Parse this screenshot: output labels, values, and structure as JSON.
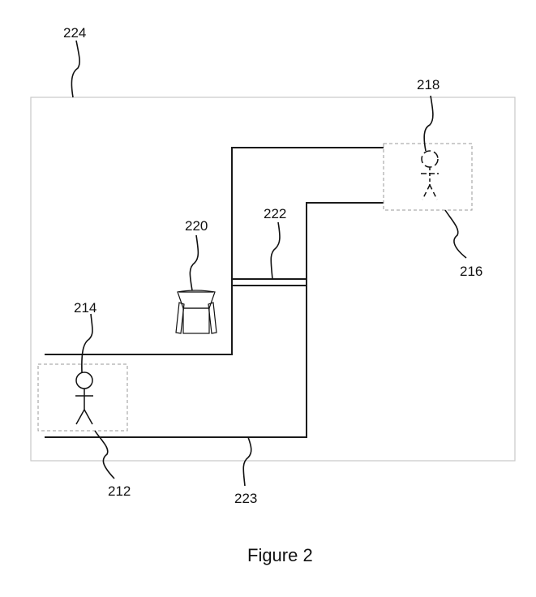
{
  "figure": {
    "caption": "Figure 2",
    "labels": {
      "environment": "224",
      "user_first": "212",
      "user_first_figure": "214",
      "user_second": "216",
      "user_second_figure": "218",
      "chair": "220",
      "door": "222",
      "hallway": "223"
    }
  },
  "colors": {
    "line": "#1a1a1a",
    "frame": "#c8c8c8",
    "dashed_box": "#9a9a9a",
    "background": "#ffffff"
  }
}
